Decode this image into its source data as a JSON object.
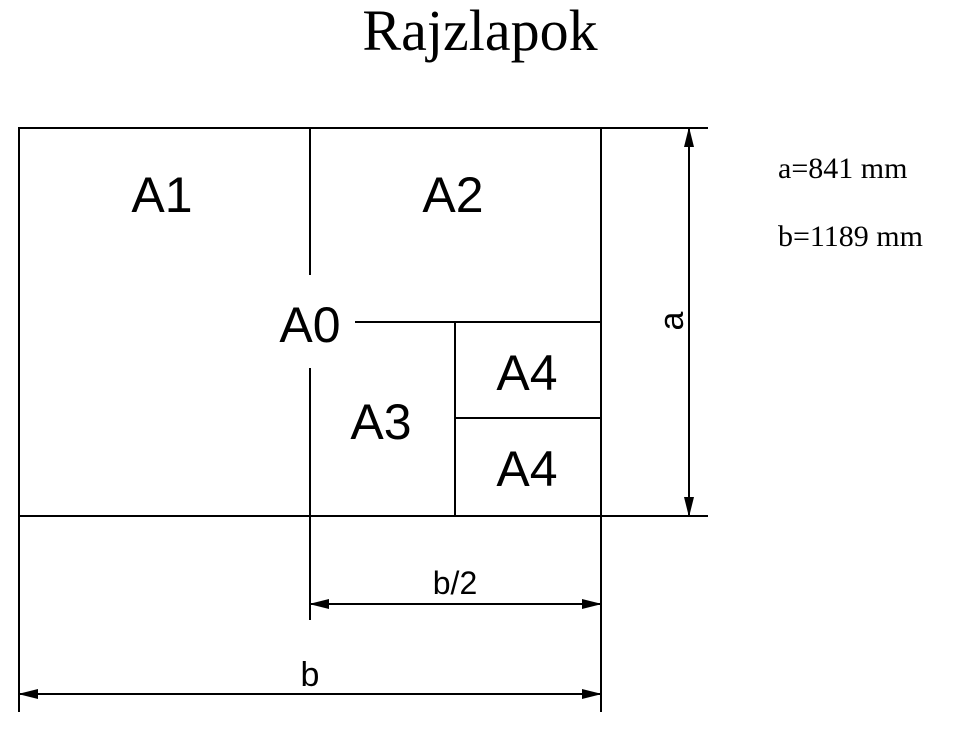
{
  "title": "Rajzlapok",
  "dimensions": {
    "a": "a=841 mm",
    "b": "b=1189 mm"
  },
  "sheets": {
    "a0": "A0",
    "a1": "A1",
    "a2": "A2",
    "a3": "A3",
    "a4_top": "A4",
    "a4_bottom": "A4"
  },
  "dimension_labels": {
    "a": "a",
    "b": "b",
    "b_half": "b/2"
  }
}
